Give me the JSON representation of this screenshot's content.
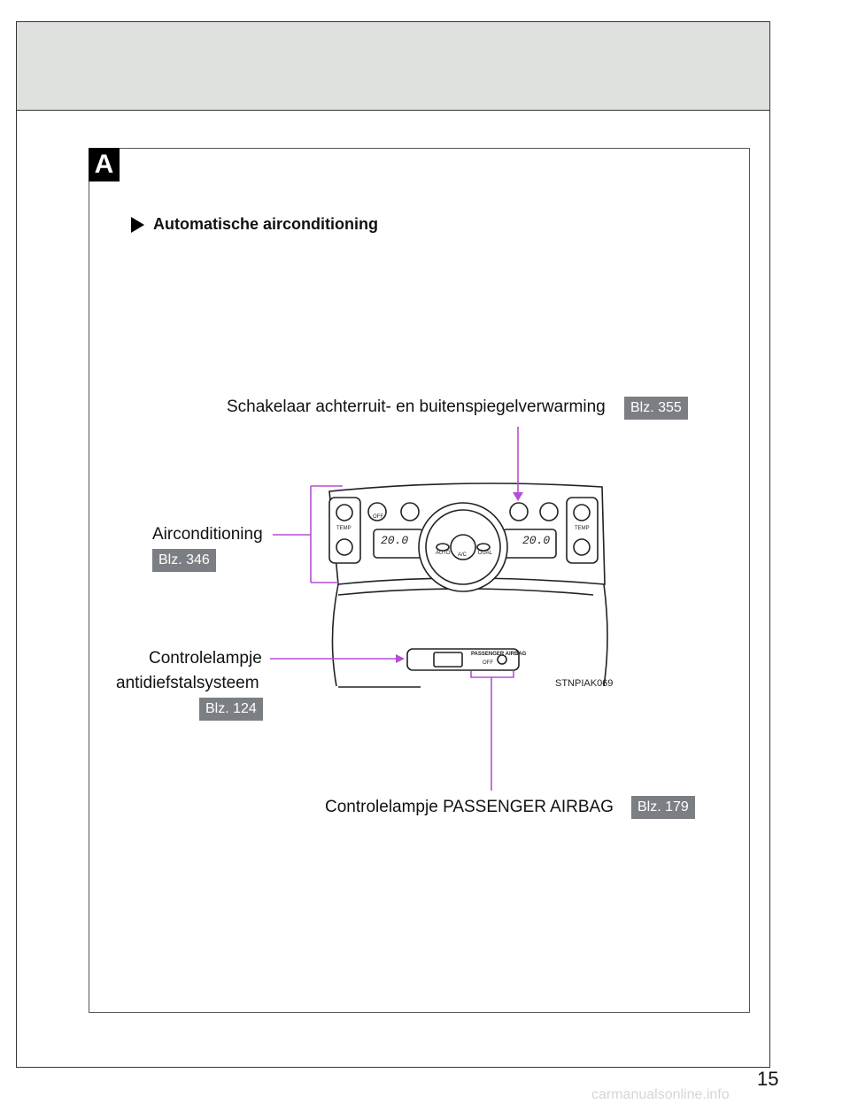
{
  "section": {
    "letter": "A",
    "title": "Automatische airconditioning"
  },
  "callouts": {
    "defogger": {
      "label": "Schakelaar achterruit- en buitenspiegelverwarming",
      "page": "Blz. 355"
    },
    "aircon": {
      "label": "Airconditioning",
      "page": "Blz. 346"
    },
    "theft": {
      "label_line1": "Controlelampje",
      "label_line2": "antidiefstalsysteem",
      "page": "Blz. 124"
    },
    "airbag": {
      "label": "Controlelampje PASSENGER AIRBAG",
      "page": "Blz. 179"
    }
  },
  "figure": {
    "code": "STNPIAK069",
    "panel_labels": {
      "temp_left": "TEMP",
      "temp_right": "TEMP",
      "off": "OFF",
      "auto": "AUTO",
      "ac": "A/C",
      "dual": "DUAL",
      "display_left": "20.0",
      "display_right": "20.0",
      "airbag_title": "PASSENGER  AIRBAG",
      "airbag_off": "OFF"
    }
  },
  "page_number": "15",
  "watermark": "carmanualsonline.info",
  "colors": {
    "callout_line": "#b44fd6",
    "badge_bg": "#7b7f83",
    "header_band": "#dfe1df"
  }
}
